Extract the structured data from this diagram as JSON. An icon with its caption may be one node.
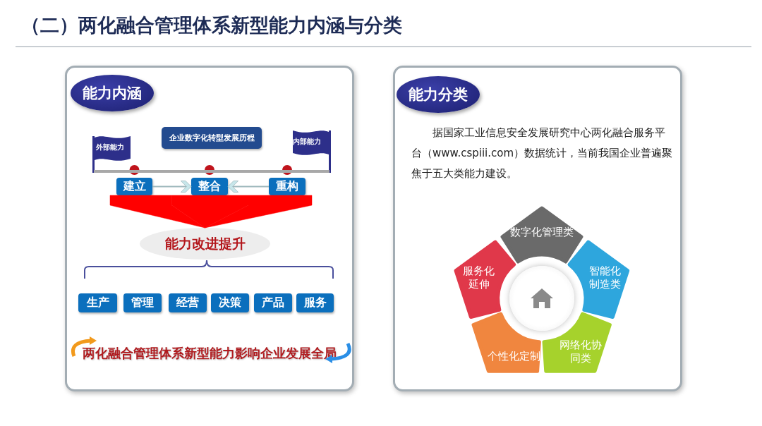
{
  "diagram": {
    "title": "（二）两化融合管理体系新型能力内涵与分类",
    "nodes": [
      {
        "text": [
          "能力内涵"
        ]
      },
      {
        "text": [
          "外部能力"
        ],
        "in": 0
      },
      {
        "text": [
          "企业数字化转型发展历程"
        ],
        "in": 0
      },
      {
        "text": [
          "内部能力"
        ],
        "in": 0
      },
      {
        "text": [
          "建立"
        ],
        "in": 0
      },
      {
        "text": [
          "整合"
        ],
        "in": 0
      },
      {
        "text": [
          "重构"
        ],
        "in": 0
      },
      {
        "text": [
          "能力改进提升"
        ],
        "in": 0
      },
      {
        "text": [
          "生产"
        ],
        "in": 0
      },
      {
        "text": [
          "管理"
        ],
        "in": 0
      },
      {
        "text": [
          "经营"
        ],
        "in": 0
      },
      {
        "text": [
          "决策"
        ],
        "in": 0
      },
      {
        "text": [
          "产品"
        ],
        "in": 0
      },
      {
        "text": [
          "服务"
        ],
        "in": 0
      },
      {
        "text": [
          "能力分类",
          "据国家工业信息安全发展研究中心两化融合服务平台（www.cspiii.com）数据统计，当前我国企业普遍聚焦于五大类能力建设。"
        ]
      },
      {
        "text": [
          "数字化管理类"
        ],
        "in": 14
      },
      {
        "text": [
          "智能化制造类"
        ],
        "in": 14
      },
      {
        "text": [
          "网络化协同类"
        ],
        "in": 14
      },
      {
        "text": [
          "个性化定制"
        ],
        "in": 14
      },
      {
        "text": [
          "服务化延伸"
        ],
        "in": 14
      }
    ],
    "edges": [
      {
        "from": 4,
        "to": 5,
        "arrow": "to",
        "color": "#9fb8bd"
      },
      {
        "from": 6,
        "to": 5,
        "arrow": "to",
        "color": "#9fb8bd"
      },
      {
        "from": 4,
        "to": 7,
        "arrow": "to",
        "color": "#ff0000"
      },
      {
        "from": 5,
        "to": 7,
        "arrow": "to",
        "color": "#ff0000"
      },
      {
        "from": 6,
        "to": 7,
        "arrow": "to",
        "color": "#ff0000"
      },
      {
        "from": 1,
        "to": 3,
        "arrow": "none",
        "color": "#a8a8a8",
        "style": "thick"
      }
    ],
    "labels": [
      "两化融合管理体系新型能力影响企业发展全局"
    ]
  }
}
